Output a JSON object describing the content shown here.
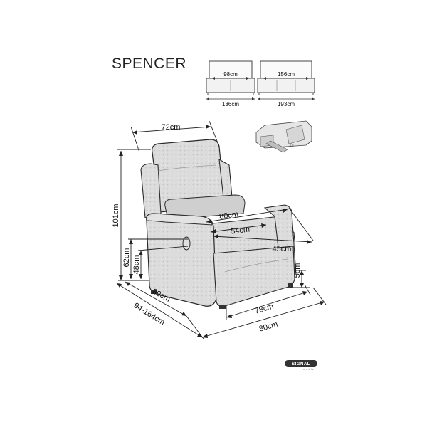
{
  "product": {
    "name": "SPENCER"
  },
  "variants": {
    "two_seat": {
      "inner": "98cm",
      "outer": "136cm"
    },
    "three_seat": {
      "inner": "156cm",
      "outer": "193cm"
    }
  },
  "dimensions": {
    "top_width": "72cm",
    "total_height": "101cm",
    "seat_height": "62cm",
    "armrest_height": "48cm",
    "armrest_span": "80cm",
    "seat_depth": "54cm",
    "seat_width": "45cm",
    "leg_height": "5cm",
    "depth": "89cm",
    "depth_reclined": "94-164cm",
    "front_width": "78cm",
    "total_width": "80cm"
  },
  "brand": {
    "name": "SIGNAL",
    "sub": "meble"
  },
  "colors": {
    "line": "#222222",
    "fabric": "#d9d9d9"
  }
}
